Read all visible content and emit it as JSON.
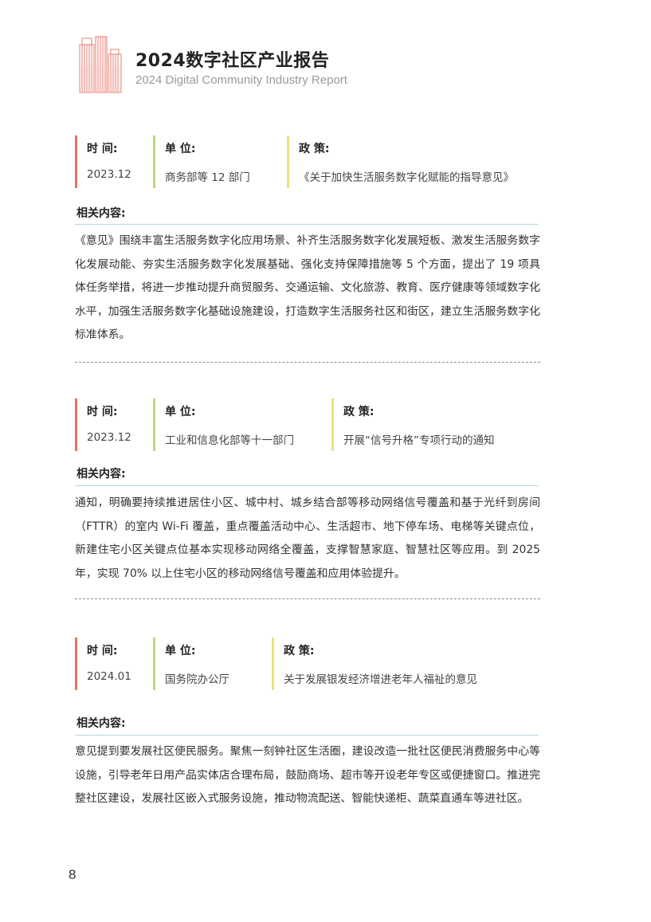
{
  "header": {
    "title_cn": "2024数字社区产业报告",
    "title_en": "2024 Digital Community Industry Report"
  },
  "labels": {
    "time": "时 间:",
    "unit": "单 位:",
    "policy": "政 策:",
    "related": "相关内容:"
  },
  "sections": [
    {
      "time": "2023.12",
      "unit": "商务部等 12 部门",
      "policy": "《关于加快生活服务数字化赋能的指导意见》",
      "content": "《意见》围绕丰富生活服务数字化应用场景、补齐生活服务数字化发展短板、激发生活服务数字化发展动能、夯实生活服务数字化发展基础、强化支持保障措施等 5 个方面，提出了 19 项具体任务举措，将进一步推动提升商贸服务、交通运输、文化旅游、教育、医疗健康等领域数字化水平，加强生活服务数字化基础设施建设，打造数字生活服务社区和街区，建立生活服务数字化标准体系。"
    },
    {
      "time": "2023.12",
      "unit": "工业和信息化部等十一部门",
      "policy": "开展“信号升格”专项行动的通知",
      "content": "通知，明确要持续推进居住小区、城中村、城乡结合部等移动网络信号覆盖和基于光纤到房间（FTTR）的室内 Wi-Fi 覆盖，重点覆盖活动中心、生活超市、地下停车场、电梯等关键点位，新建住宅小区关键点位基本实现移动网络全覆盖，支撑智慧家庭、智慧社区等应用。到 2025 年，实现 70% 以上住宅小区的移动网络信号覆盖和应用体验提升。"
    },
    {
      "time": "2024.01",
      "unit": "国务院办公厅",
      "policy": "关于发展银发经济增进老年人福祉的意见",
      "content": "意见提到要发展社区便民服务。聚焦一刻钟社区生活圈，建设改造一批社区便民消费服务中心等设施，引导老年日用产品实体店合理布局，鼓励商场、超市等开设老年专区或便捷窗口。推进完整社区建设，发展社区嵌入式服务设施，推动物流配送、智能快递柜、蔬菜直通车等进社区。"
    }
  ],
  "page_number": "8",
  "colors": {
    "time_accent": "#e9735f",
    "unit_accent": "#b7d97a",
    "policy_accent": "#ebe27a",
    "rule_line": "#b6d4e2"
  }
}
